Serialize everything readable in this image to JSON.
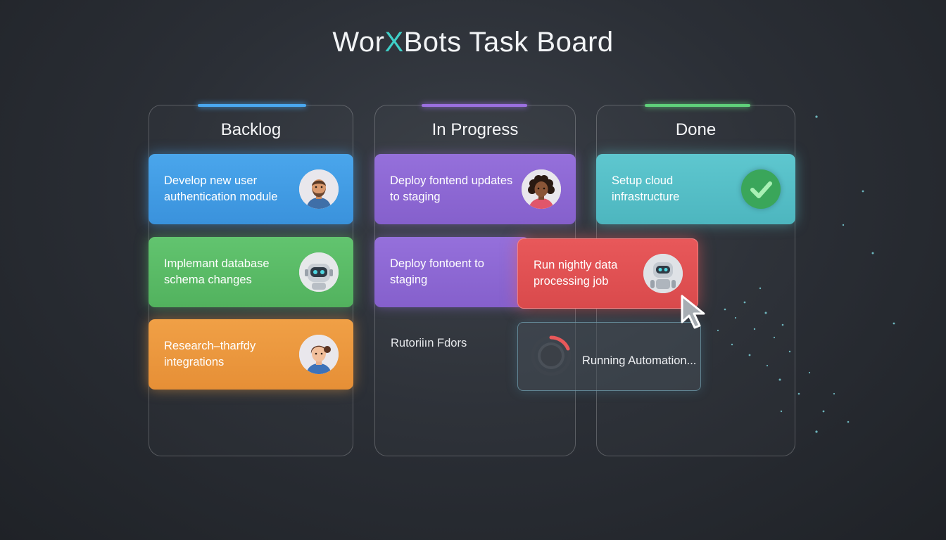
{
  "header": {
    "title_prefix": "Wor",
    "title_accent": "X",
    "title_suffix": "Bots Task Board"
  },
  "columns": {
    "backlog": {
      "title": "Backlog",
      "accent_color": "#4aa8f0"
    },
    "in_progress": {
      "title": "In Progress",
      "accent_color": "#9b6fe0"
    },
    "done": {
      "title": "Done",
      "accent_color": "#5fd07a"
    }
  },
  "cards": {
    "backlog_1": {
      "text": "Develop new user authentication module",
      "color": "#4aa6ec",
      "avatar": "man-avatar-icon"
    },
    "backlog_2": {
      "text": "Implemant database schema changes",
      "color": "#62c46f",
      "avatar": "robot-avatar-icon"
    },
    "backlog_3": {
      "text": "Research–tharfdy integrations",
      "color": "#f0a046",
      "avatar": "woman-avatar-icon"
    },
    "progress_1": {
      "text": "Deploy fontend updates to staging",
      "color": "#9570db",
      "avatar": "woman-curly-avatar-icon"
    },
    "progress_2": {
      "text": "Deploy fontoent to staging",
      "color": "#9570db"
    },
    "progress_3": {
      "text": "Rutoriiın Fdors"
    },
    "done_1": {
      "text": "Setup cloud infrastructure",
      "color": "#5ec7cf",
      "icon": "check-icon"
    },
    "dragging": {
      "text": "Run nightly data processing job",
      "color": "#e8585a",
      "avatar": "robot-avatar-icon"
    }
  },
  "automation": {
    "label": "Running Automation...",
    "icon": "spinner-icon"
  }
}
